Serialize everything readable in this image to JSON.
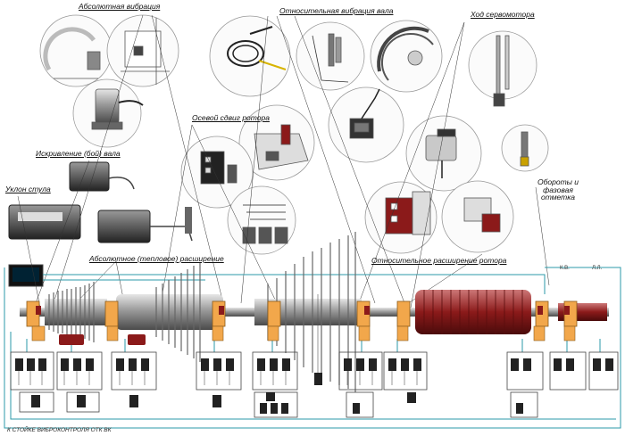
{
  "labels": {
    "absolute_vibration": "Абсолютная вибрация",
    "relative_vibration": "Относительная вибрация вала",
    "servo_stroke": "Ход сервомотора",
    "axial_shift": "Осевой сдвиг ротора",
    "shaft_curvature": "Искривление (бой) вала",
    "table_tilt": "Уклон стула",
    "absolute_expansion": "Абсолютное (тепловое) расширение",
    "relative_rotor_expansion": "Относительное расширение ротора",
    "speed_phase_mark": "Обороты и фазовая отметка",
    "footer": "К СТОЙКЕ ВИБРОКОНТРОЛЯ ОТК ВК",
    "side_marks": [
      "К.В.",
      "Л.Л."
    ]
  },
  "colors": {
    "cable": "#2b9aa8",
    "sensor_red": "#8b1a1a",
    "bearing_orange": "#f2a74b",
    "leader": "#333333"
  }
}
